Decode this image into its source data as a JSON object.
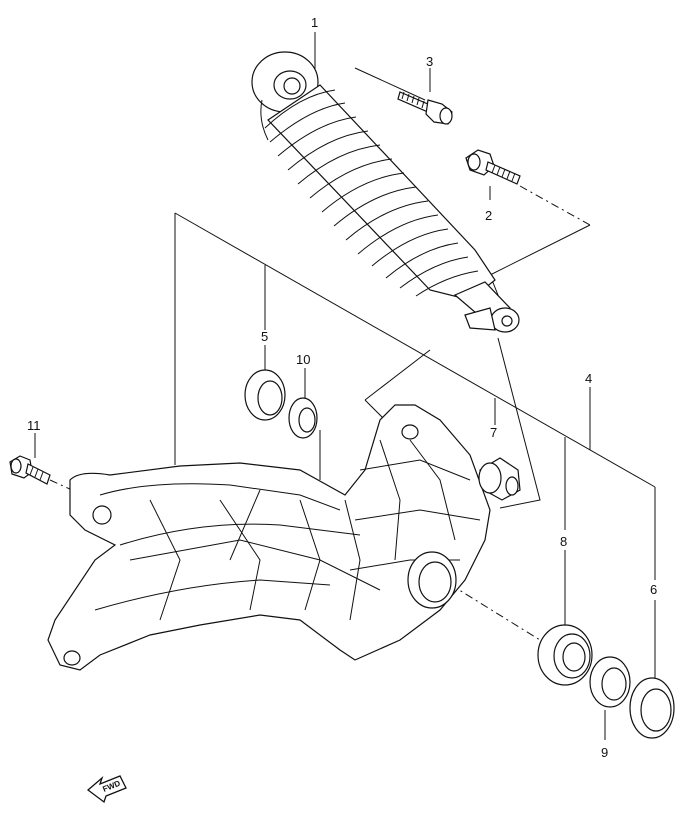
{
  "diagram": {
    "callouts": [
      {
        "id": "callout-1",
        "label": "1"
      },
      {
        "id": "callout-2",
        "label": "2"
      },
      {
        "id": "callout-3",
        "label": "3"
      },
      {
        "id": "callout-4",
        "label": "4"
      },
      {
        "id": "callout-5",
        "label": "5"
      },
      {
        "id": "callout-6",
        "label": "6"
      },
      {
        "id": "callout-7",
        "label": "7"
      },
      {
        "id": "callout-8",
        "label": "8"
      },
      {
        "id": "callout-9",
        "label": "9"
      },
      {
        "id": "callout-10",
        "label": "10"
      },
      {
        "id": "callout-11",
        "label": "11"
      }
    ],
    "direction_arrow": {
      "label": "FWD"
    }
  }
}
